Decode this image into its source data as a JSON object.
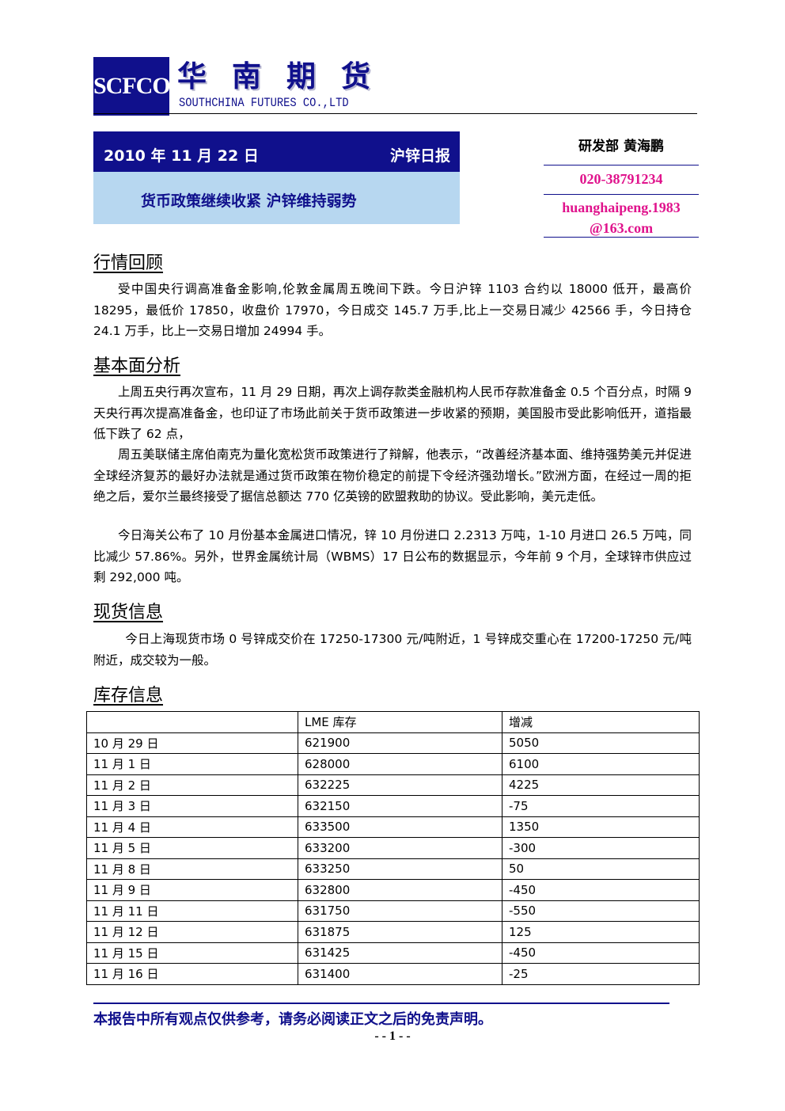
{
  "header": {
    "logo_text": "SCFCO",
    "brand_cn": "华南期货",
    "brand_en": "SOUTHCHINA FUTURES CO.,LTD"
  },
  "title": {
    "date": "2010 年 11 月 22 日",
    "report_type": "沪锌日报",
    "headline": "货币政策继续收紧 沪锌维持弱势"
  },
  "contact": {
    "department": "研发部 黄海鹏",
    "phone": "020-38791234",
    "email_line1": "huanghaipeng.1983",
    "email_line2": "@163.com"
  },
  "sections": {
    "market_review": {
      "title": "行情回顾",
      "paragraphs": [
        "受中国央行调高准备金影响,伦敦金属周五晚间下跌。今日沪锌 1103 合约以 18000 低开，最高价 18295，最低价 17850，收盘价 17970，今日成交 145.7 万手,比上一交易日减少 42566 手，今日持仓 24.1 万手，比上一交易日增加 24994 手。"
      ]
    },
    "fundamentals": {
      "title": "基本面分析",
      "paragraphs": [
        "上周五央行再次宣布，11 月 29 日期，再次上调存款类金融机构人民币存款准备金 0.5 个百分点，时隔 9 天央行再次提高准备金，也印证了市场此前关于货币政策进一步收紧的预期，美国股市受此影响低开，道指最低下跌了 62 点，",
        "周五美联储主席伯南克为量化宽松货币政策进行了辩解，他表示，“改善经济基本面、维持强势美元并促进全球经济复苏的最好办法就是通过货币政策在物价稳定的前提下令经济强劲增长。”欧洲方面，在经过一周的拒绝之后，爱尔兰最终接受了据信总额达 770 亿英镑的欧盟救助的协议。受此影响，美元走低。",
        "今日海关公布了 10 月份基本金属进口情况，锌 10 月份进口 2.2313 万吨，1-10 月进口 26.5 万吨，同比减少 57.86%。另外，世界金属统计局（WBMS）17 日公布的数据显示，今年前 9 个月，全球锌市供应过剩 292,000 吨。"
      ]
    },
    "spot": {
      "title": "现货信息",
      "paragraphs": [
        "今日上海现货市场 0 号锌成交价在 17250-17300 元/吨附近，1 号锌成交重心在 17200-17250 元/吨附近，成交较为一般。"
      ]
    },
    "inventory": {
      "title": "库存信息",
      "columns": [
        "",
        "LME 库存",
        "增减"
      ],
      "rows": [
        [
          "10 月 29 日",
          "621900",
          "5050"
        ],
        [
          "11 月 1 日",
          "628000",
          "6100"
        ],
        [
          "11 月 2 日",
          "632225",
          "4225"
        ],
        [
          "11 月 3 日",
          "632150",
          "-75"
        ],
        [
          "11 月 4 日",
          "633500",
          "1350"
        ],
        [
          "11 月 5 日",
          "633200",
          "-300"
        ],
        [
          "11 月 8 日",
          "633250",
          "50"
        ],
        [
          "11 月 9 日",
          "632800",
          "-450"
        ],
        [
          "11 月 11 日",
          "631750",
          "-550"
        ],
        [
          "11 月 12 日",
          "631875",
          "125"
        ],
        [
          "11 月 15 日",
          "631425",
          "-450"
        ],
        [
          "11 月 16 日",
          "631400",
          "-25"
        ]
      ]
    }
  },
  "footer": {
    "disclaimer": "本报告中所有观点仅供参考，请务必阅读正文之后的免责声明。",
    "page_number": "- - 1 - -"
  },
  "colors": {
    "brand_blue": "#10108c",
    "subtitle_bg": "#b7d7f0",
    "contact_pink": "#e0138c"
  }
}
